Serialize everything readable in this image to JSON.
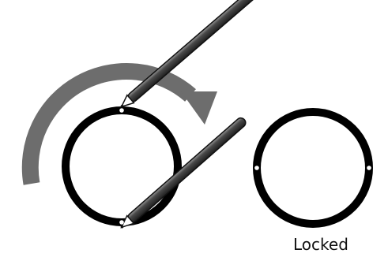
{
  "diagram": {
    "caption": "Locked",
    "colors": {
      "ring": "#000000",
      "arrow": "#6d6d6d",
      "pen_body": "#3c3c3c",
      "pen_highlight": "#8a8a8a",
      "background": "#ffffff"
    },
    "icons": {
      "rotation_arrow": "curved-arrow-clockwise",
      "pen": "pen-icon",
      "pin_hole": "pin-hole"
    }
  }
}
